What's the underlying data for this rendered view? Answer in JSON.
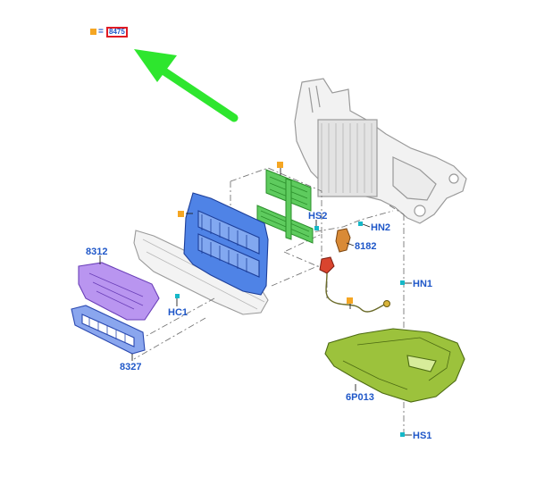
{
  "colors": {
    "label_blue": "#1f57c8",
    "marker_orange": "#f5a623",
    "highlight_red": "#e01b24",
    "arrow_green": "#2ee62e",
    "connector_cyan": "#15b8c8"
  },
  "legend": {
    "equals": "=",
    "code": "8475"
  },
  "callouts": {
    "hs2": "HS2",
    "hn2": "HN2",
    "p8182": "8182",
    "p8312": "8312",
    "hc1": "HC1",
    "hn1": "HN1",
    "p8327": "8327",
    "p6p013": "6P013",
    "hs1": "HS1"
  }
}
